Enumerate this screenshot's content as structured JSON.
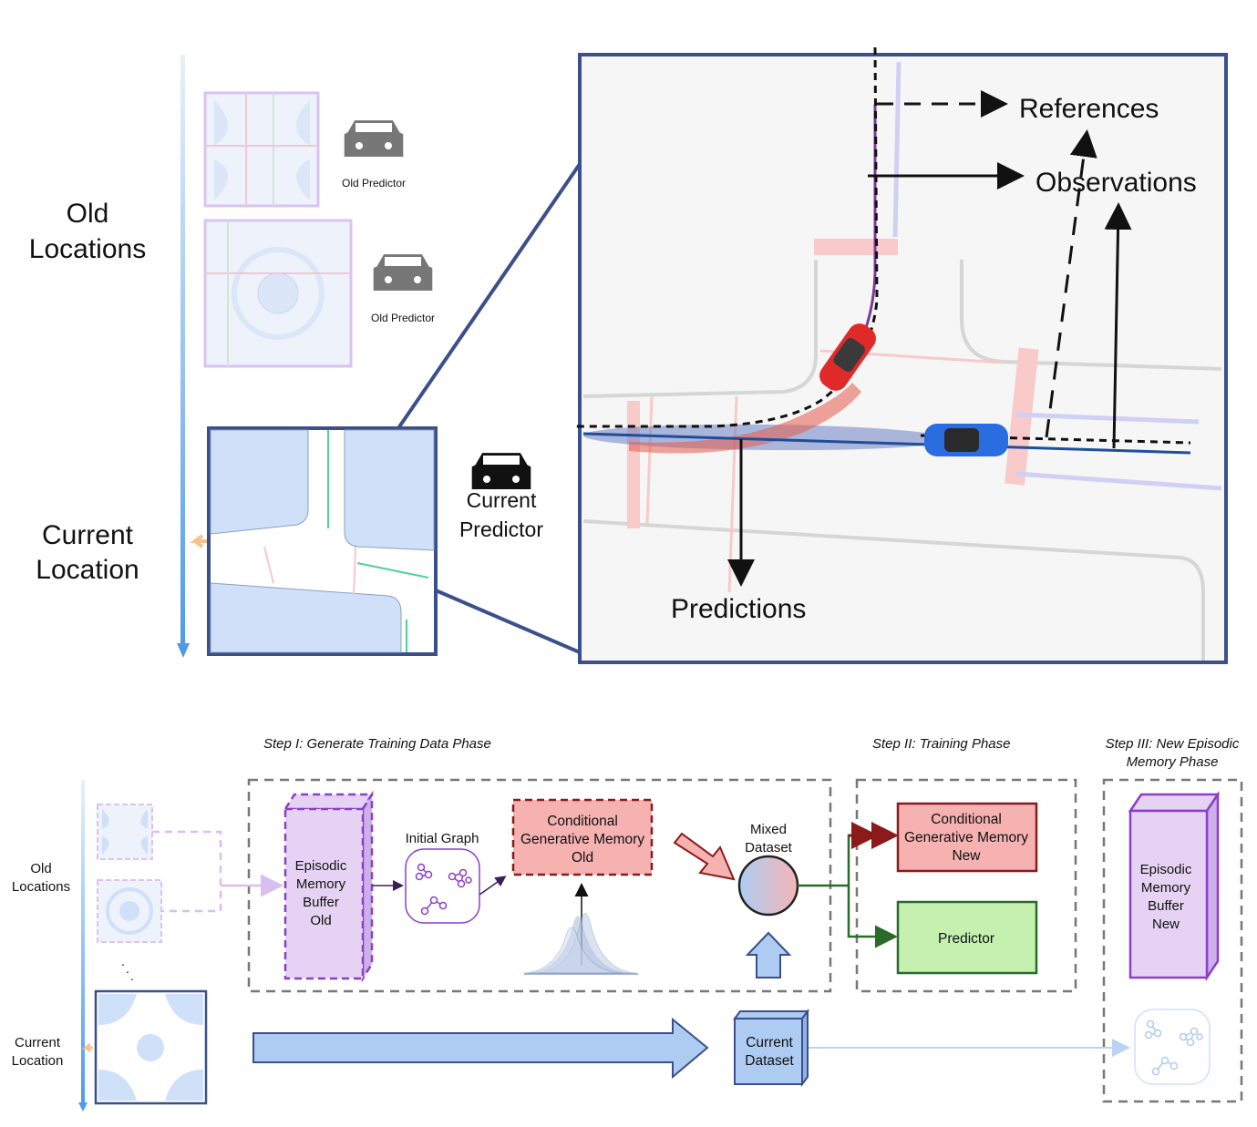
{
  "top": {
    "old_locations": [
      "Old",
      "Locations"
    ],
    "current_location": [
      "Current",
      "Location"
    ],
    "old_predictor_1": "Old Predictor",
    "old_predictor_2": "Old Predictor",
    "current_predictor": [
      "Current",
      "Predictor"
    ],
    "references": "References",
    "observations": "Observations",
    "predictions": "Predictions",
    "colors": {
      "ego_car": "#e02a2a",
      "other_car": "#2a6de0",
      "accent_blue": "#3b4f8a",
      "trajectory_purple": "#7a3a9a"
    }
  },
  "bottom": {
    "step1_title": "Step I: Generate Training Data Phase",
    "step2_title": "Step II:  Training Phase",
    "step3_title": [
      "Step III:  New Episodic",
      "Memory Phase"
    ],
    "old_locations": [
      "Old",
      "Locations"
    ],
    "current_location": [
      "Current",
      "Location"
    ],
    "episodic_old": [
      "Episodic",
      "Memory",
      "Buffer",
      "Old"
    ],
    "initial_graph": "Initial Graph",
    "cgm_old": [
      "Conditional",
      "Generative Memory",
      "Old"
    ],
    "mixed_dataset": [
      "Mixed",
      "Dataset"
    ],
    "cgm_new": [
      "Conditional",
      "Generative Memory",
      "New"
    ],
    "predictor": "Predictor",
    "episodic_new": [
      "Episodic",
      "Memory",
      "Buffer",
      "New"
    ],
    "current_dataset": [
      "Current",
      "Dataset"
    ],
    "colors": {
      "purple": "#8a3fc8",
      "red": "#f4a6a6",
      "green": "#c6f0b0",
      "blue": "#aecbf2"
    }
  }
}
